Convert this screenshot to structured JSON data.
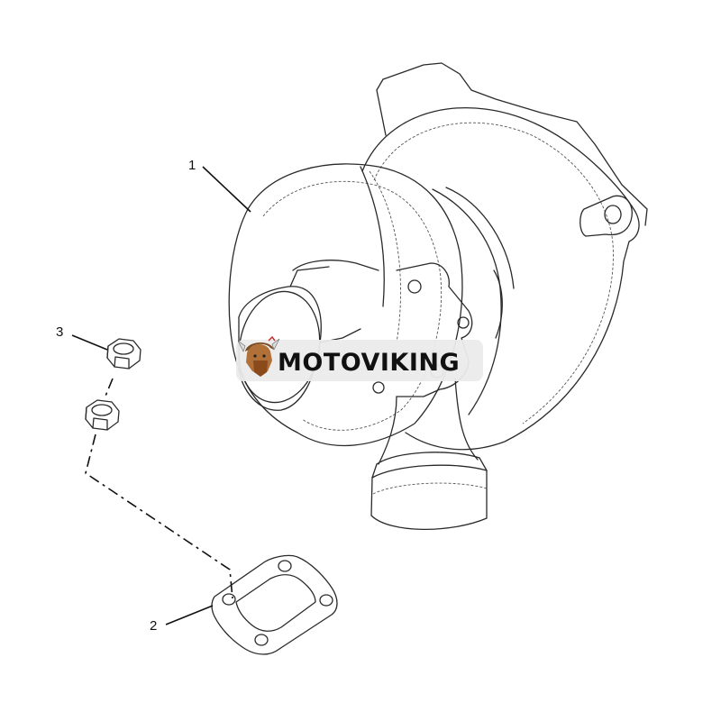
{
  "callouts": [
    {
      "number": "1"
    },
    {
      "number": "2"
    },
    {
      "number": "3"
    }
  ],
  "watermark": {
    "brand": "MOTOVIKING"
  }
}
